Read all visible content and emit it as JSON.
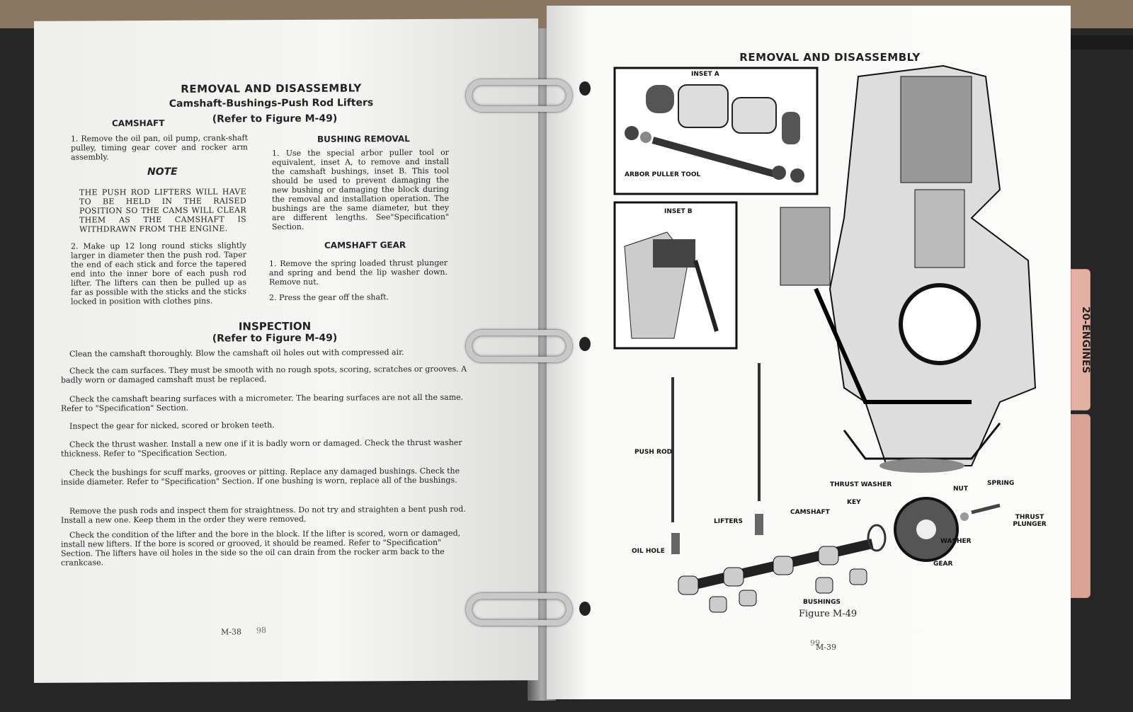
{
  "left_page": {
    "title": "REMOVAL AND DISASSEMBLY",
    "subtitle": "Camshaft-Bushings-Push Rod Lifters",
    "refer": "(Refer to Figure M-49)",
    "camshaft_heading": "CAMSHAFT",
    "camshaft_steps": [
      "1. Remove the oil pan, oil pump, crank-shaft pulley, timing gear cover and rocker arm assembly.",
      "2. Make up 12 long round sticks slightly larger in diameter then the push rod. Taper the end of each stick and force the tapered end into the inner bore of each push rod lifter. The lifters can then be pulled up as far as possible with the sticks and the sticks locked in position with clothes pins."
    ],
    "note_heading": "NOTE",
    "note_text": "THE PUSH ROD LIFTERS WILL HAVE TO BE HELD IN THE RAISED POSITION SO THE CAMS WILL CLEAR THEM AS THE CAMSHAFT IS WITHDRAWN FROM THE ENGINE.",
    "bushing_heading": "BUSHING REMOVAL",
    "bushing_steps": [
      "1. Use the special arbor puller tool or equivalent, inset A, to remove and install the camshaft bushings, inset B. This tool should be used to prevent damaging the new bushing or damaging the block during the removal and installation operation. The bushings are the same diameter, but they are different lengths. See\"Specification\" Section."
    ],
    "gear_heading": "CAMSHAFT GEAR",
    "gear_steps": [
      "1. Remove the spring loaded thrust plunger and spring and bend the lip washer down. Remove nut.",
      "2. Press the gear off the shaft."
    ],
    "inspection_heading": "INSPECTION",
    "inspection_refer": "(Refer to Figure M-49)",
    "inspection_paragraphs": [
      "Clean the camshaft thoroughly. Blow the camshaft oil holes out with compressed air.",
      "Check the cam surfaces. They must be smooth with no rough spots, scoring, scratches or grooves. A badly worn or damaged camshaft must be replaced.",
      "Check the camshaft bearing surfaces with a micrometer. The bearing surfaces are not all the same. Refer to \"Specification\" Section.",
      "Inspect the gear for nicked, scored or broken teeth.",
      "Check the thrust washer. Install a new one if it is badly worn or damaged. Check the thrust washer thickness. Refer to \"Specification Section.",
      "Check the bushings for scuff marks, grooves or pitting. Replace any damaged bushings. Check the inside diameter. Refer to \"Specification\" Section. If one bushing is worn, replace all of the bushings.",
      "Remove the push rods and inspect them for straightness. Do not try and straighten a bent push rod. Install a new one. Keep them in the order they were removed.",
      "Check the condition of the lifter and the bore in the block. If the lifter is scored, worn or damaged, install new lifters. If the bore is scored or grooved, it should be reamed. Refer to \"Specification\" Section. The lifters have oil holes in the side so the oil can drain from the rocker arm back to the crankcase."
    ],
    "page_number": "M-38",
    "page_number_overlay": "98"
  },
  "right_page": {
    "title": "REMOVAL AND DISASSEMBLY",
    "inset_a": "INSET A",
    "arbor_puller_tool": "ARBOR PULLER TOOL",
    "inset_b": "INSET B",
    "labels": {
      "push_rod": "PUSH ROD",
      "lifters": "LIFTERS",
      "oil_hole": "OIL HOLE",
      "camshaft": "CAMSHAFT",
      "key": "KEY",
      "thrust_washer": "THRUST WASHER",
      "nut": "NUT",
      "spring": "SPRING",
      "thrust_plunger": "THRUST PLUNGER",
      "washer": "WASHER",
      "gear": "GEAR",
      "bushings": "BUSHINGS"
    },
    "figure_caption": "Figure M-49",
    "page_number": "M-39",
    "page_number_overlay": "99"
  },
  "tab": {
    "label": "20-ENGINES",
    "color": "#e4b0a4"
  }
}
